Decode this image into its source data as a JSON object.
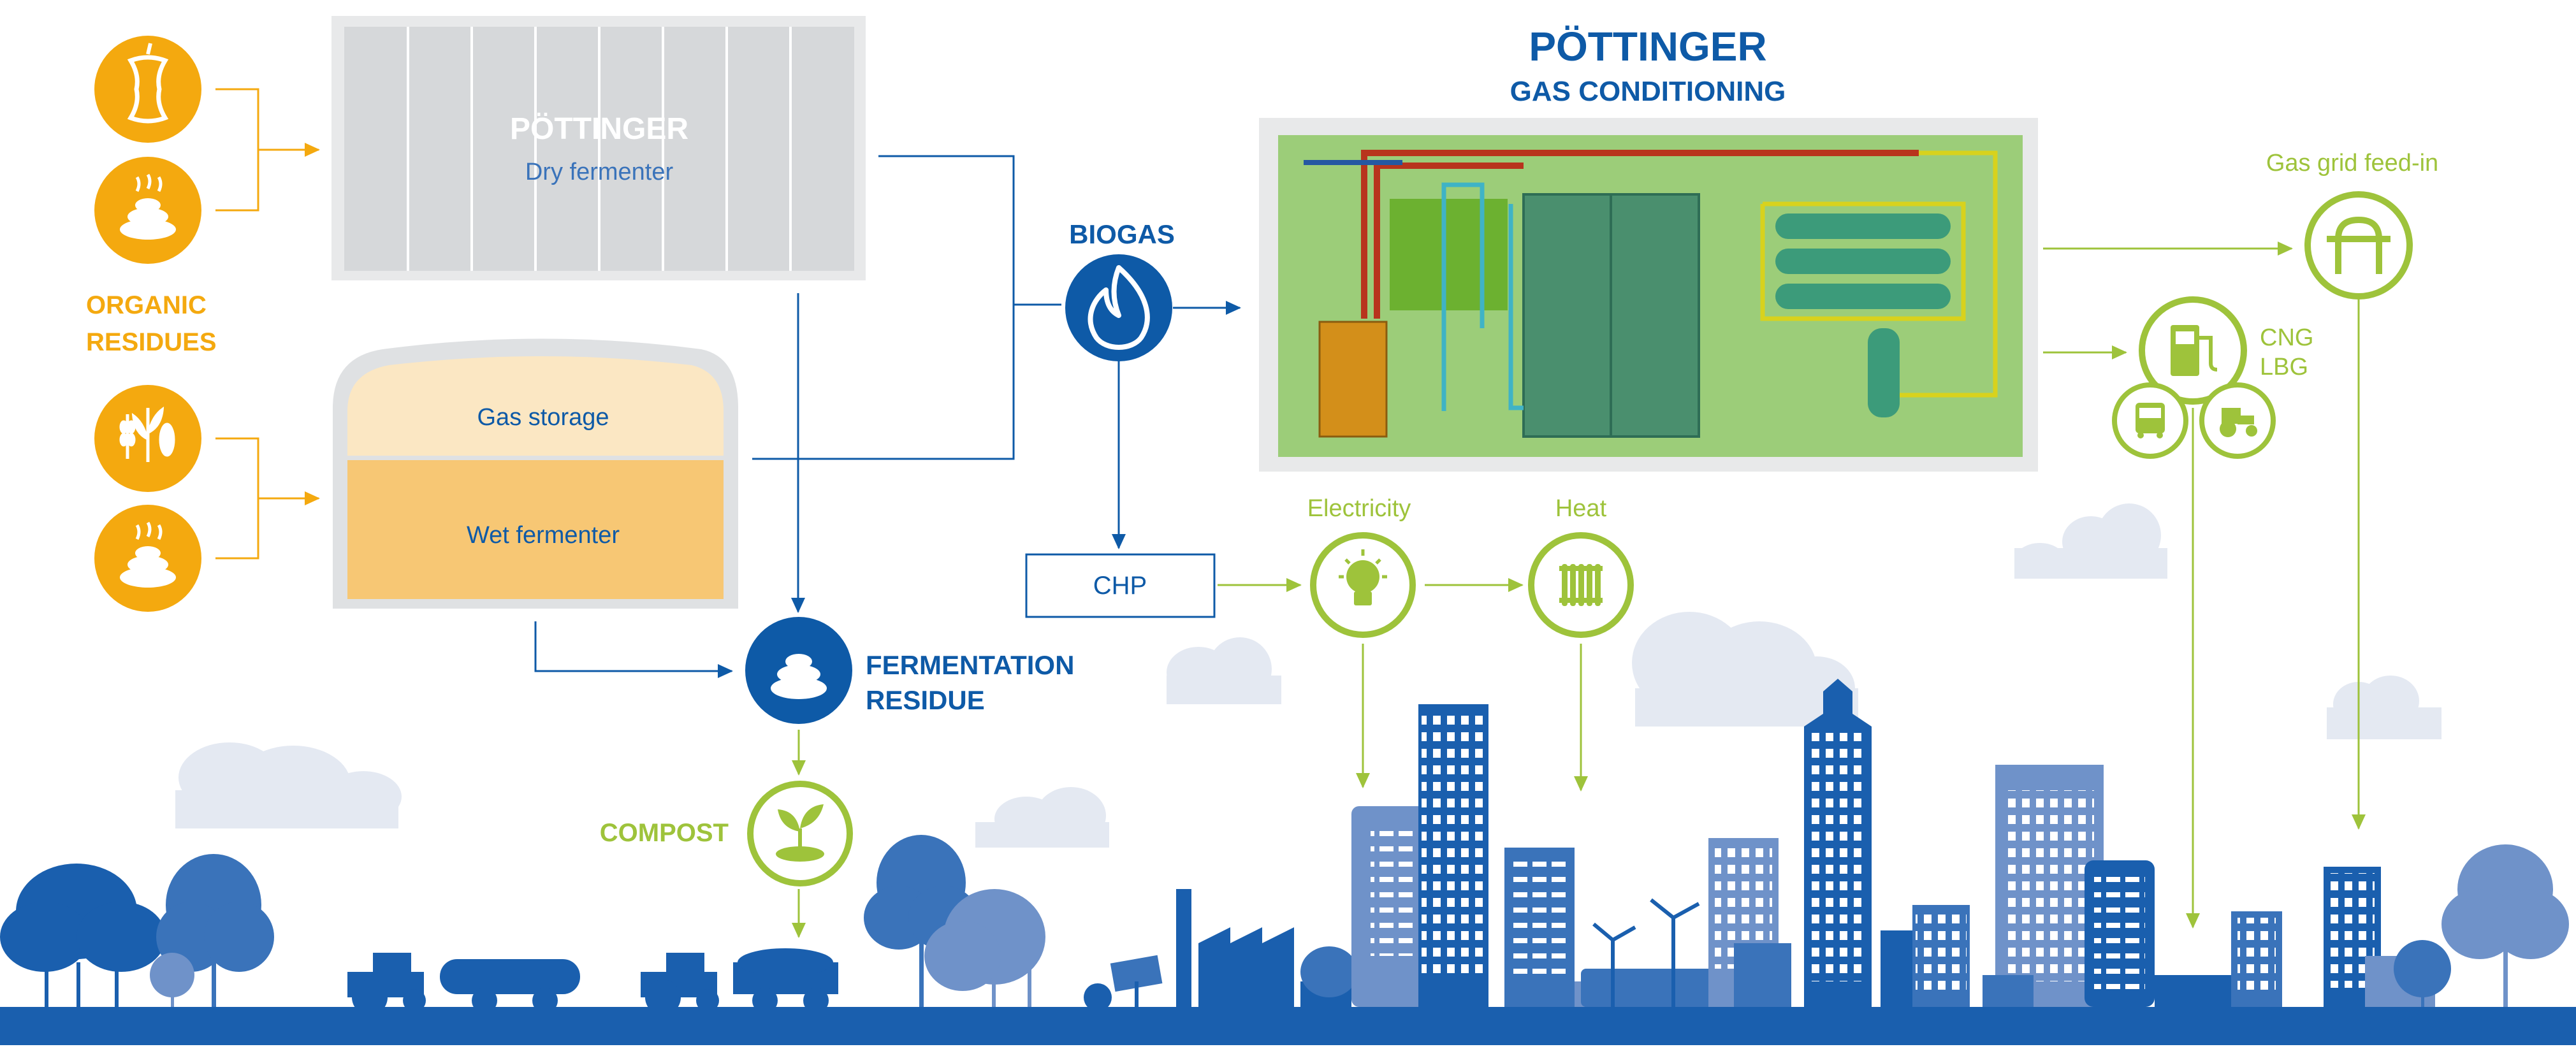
{
  "inputs": {
    "organic_residues_line1": "ORGANIC",
    "organic_residues_line2": "RESIDUES"
  },
  "dry_fermenter": {
    "brand": "PÖTTINGER",
    "label": "Dry fermenter"
  },
  "wet_fermenter": {
    "gas_storage_label": "Gas storage",
    "wet_fermenter_label": "Wet fermenter"
  },
  "biogas": {
    "label": "BIOGAS"
  },
  "gas_conditioning": {
    "brand": "PÖTTINGER",
    "subtitle": "GAS CONDITIONING"
  },
  "outputs": {
    "gas_grid_label": "Gas grid feed-in",
    "cng_label": "CNG",
    "lbg_label": "LBG",
    "chp_label": "CHP",
    "electricity_label": "Electricity",
    "heat_label": "Heat",
    "fermentation_residue_line1": "FERMENTATION",
    "fermentation_residue_line2": "RESIDUE",
    "compost_label": "COMPOST"
  },
  "colors": {
    "orange": "#f4a90f",
    "blue_dark": "#0e5aa7",
    "blue_mid": "#3a73ba",
    "blue_light": "#6f92c9",
    "green": "#9ec33b",
    "grey_panel": "#d6d8da",
    "gas_storage_fill": "#fbe7c3",
    "wet_fermenter_fill": "#f7c774",
    "cloud": "#e4e9f2"
  },
  "icons": [
    "apple-core-icon",
    "manure-icon",
    "crops-icon",
    "flame-icon",
    "lightbulb-icon",
    "radiator-icon",
    "gas-grid-icon",
    "fuel-pump-icon",
    "bus-icon",
    "tractor-icon",
    "sprout-icon",
    "pottinger-logo"
  ]
}
